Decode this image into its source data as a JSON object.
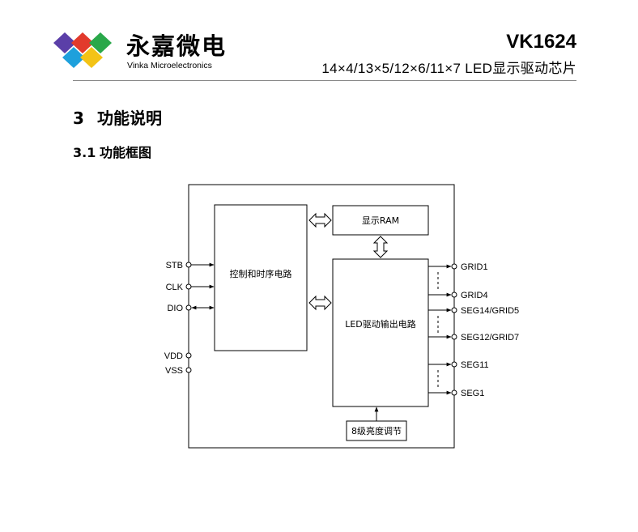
{
  "header": {
    "company_cn": "永嘉微电",
    "company_en": "Vinka Microelectronics",
    "chip": "VK1624",
    "subtitle": "14×4/13×5/12×6/11×7  LED显示驱动芯片",
    "logo_colors": [
      "#5b3fa8",
      "#e23a2c",
      "#2aa84a",
      "#1ea0dc",
      "#f3c316"
    ]
  },
  "section": {
    "number": "3",
    "title": "功能说明"
  },
  "subsection": {
    "number": "3.1",
    "title": "功能框图"
  },
  "diagram": {
    "blocks": {
      "control": "控制和时序电路",
      "ram": "显示RAM",
      "driver": "LED驱动输出电路",
      "brightness": "8级亮度调节"
    },
    "left_pins": [
      "STB",
      "CLK",
      "DIO",
      "VDD",
      "VSS"
    ],
    "right_pins": [
      "GRID1",
      "GRID4",
      "SEG14/GRID5",
      "SEG12/GRID7",
      "SEG11",
      "SEG1"
    ]
  }
}
